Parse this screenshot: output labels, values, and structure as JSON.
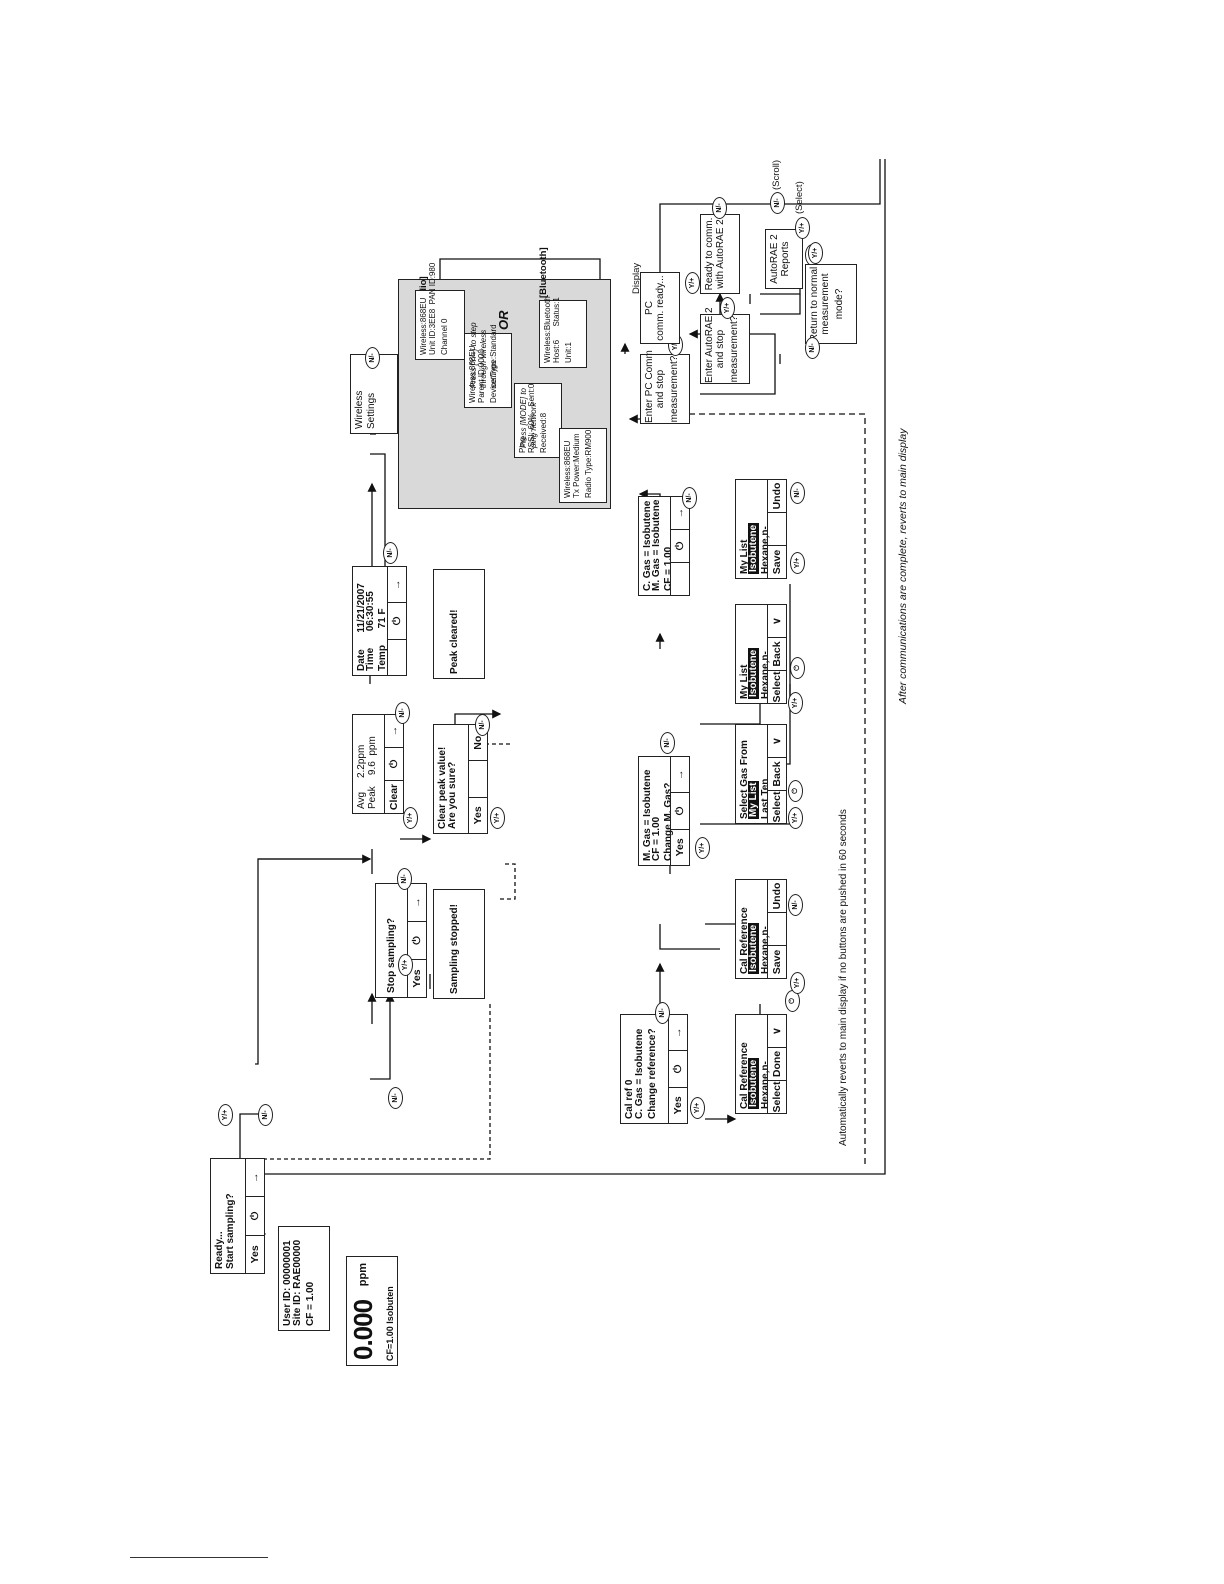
{
  "buttons": {
    "yes": "Y/+",
    "no": "N/-",
    "mode": "⏻"
  },
  "screens": {
    "ready": {
      "lines": [
        "Ready...",
        "Start sampling?"
      ],
      "softkeys": [
        "Yes",
        "⏻",
        "→"
      ]
    },
    "user_id": {
      "lines": [
        "User ID: 00000001",
        "Site ID: RAE00000",
        "CF = 1.00"
      ]
    },
    "main": {
      "reading": "0.000",
      "unit": "ppm",
      "footer": "CF=1.00 Isobuten"
    },
    "stop_sampling": {
      "lines": [
        "Stop sampling?"
      ],
      "softkeys": [
        "Yes",
        "⏻",
        "→"
      ]
    },
    "sampling_stopped": {
      "lines": [
        "Sampling stopped!"
      ]
    },
    "avg_peak": {
      "lines": [
        "Avg     2.2ppm",
        "Peak    9.6  ppm"
      ],
      "softkeys": [
        "Clear",
        "⏻",
        "→"
      ]
    },
    "clear_peak": {
      "lines": [
        "Clear peak value!",
        "Are you sure?"
      ],
      "softkeys": [
        "Yes",
        "",
        "No"
      ]
    },
    "peak_cleared": {
      "lines": [
        "Peak cleared!"
      ]
    },
    "datetime": {
      "lines": [
        "Date      11/21/2007",
        "Time      06:30:55",
        "Temp      71 F"
      ],
      "softkeys": [
        "",
        "⏻",
        "→"
      ]
    },
    "cal_ref": {
      "lines": [
        "Cal ref 0",
        "C. Gas = Isobutene",
        "Change reference?"
      ],
      "softkeys": [
        "Yes",
        "⏻",
        "→"
      ]
    },
    "cal_reference_1": {
      "title": "Cal Reference",
      "items": [
        "Isobutene",
        "Hexane,n-"
      ],
      "softkeys": [
        "Select",
        "Done",
        "∨"
      ]
    },
    "cal_reference_2": {
      "title": "Cal Reference",
      "items": [
        "Isobutene",
        "Hexane,n-"
      ],
      "softkeys": [
        "Save",
        "",
        "Undo"
      ]
    },
    "mgas": {
      "lines": [
        "M. Gas = Isobutene",
        "CF = 1.00",
        "Change M. Gas?"
      ],
      "softkeys": [
        "Yes",
        "⏻",
        "→"
      ]
    },
    "select_gas": {
      "title": "Select Gas From",
      "items": [
        "My List",
        "Last Ten"
      ],
      "softkeys": [
        "Select",
        "Back",
        "∨"
      ]
    },
    "mylist_1": {
      "title": "My List",
      "items": [
        "Isobutene",
        "Hexane,n-"
      ],
      "softkeys": [
        "Select",
        "Back",
        "∨"
      ]
    },
    "mylist_2": {
      "title": "My List",
      "items": [
        "Isobutene",
        "Hexane,n-"
      ],
      "softkeys": [
        "Save",
        "",
        "Undo"
      ]
    },
    "cgas": {
      "lines": [
        "C. Gas = Isobutene",
        "M. Gas = Isobutene",
        "CF = 1.00"
      ],
      "softkeys": [
        "",
        "⏻",
        "→"
      ]
    }
  },
  "wireless": {
    "title": "Wireless Settings",
    "mesh_heading": "[Mesh Radio]",
    "mesh_screens": [
      [
        "Wireless:868EU",
        "Unit ID:3EE8  PAN ID:980",
        "Channel 0"
      ],
      [
        "Wireless:868EU",
        "Parent ID:0000",
        "Device Type:Standard"
      ],
      [
        "Ping",
        "RSSI:-60%   Sent:0",
        "Received:8"
      ],
      [
        "Wireless:868EU",
        "Tx Power:Medium",
        "Radio Type:RM900"
      ]
    ],
    "or": "OR",
    "bt_heading": "[Bluetooth]",
    "bt_screen": [
      "Wireless:Bluetooth",
      "Host:6      Status:1",
      "Unit:1"
    ],
    "note_step": [
      "Press [Y/+] to step",
      "through wireless",
      "settings"
    ],
    "note_ping": [
      "Press [MODE] to",
      "ping network"
    ]
  },
  "pc_comm": {
    "enter_pc": [
      "Enter PC Comm",
      "and stop",
      "measurement?"
    ],
    "display_label": "Display",
    "pc_ready": [
      "PC",
      "comm. ready..."
    ],
    "enter_autorae": [
      "Enter AutoRAE 2",
      "and stop",
      "measurement?"
    ],
    "ready_comm": [
      "Ready to comm.",
      "with AutoRAE 2"
    ],
    "reports": [
      "AutoRAE 2",
      "Reports"
    ],
    "return": [
      "Return to normal",
      "measurement",
      "mode?"
    ],
    "scroll": "(Scroll)",
    "select": "(Select)"
  },
  "notes": {
    "auto_revert": "Automatically reverts to main display if no buttons are pushed in 60 seconds",
    "after_comm": "After communications are complete, reverts to main display"
  }
}
